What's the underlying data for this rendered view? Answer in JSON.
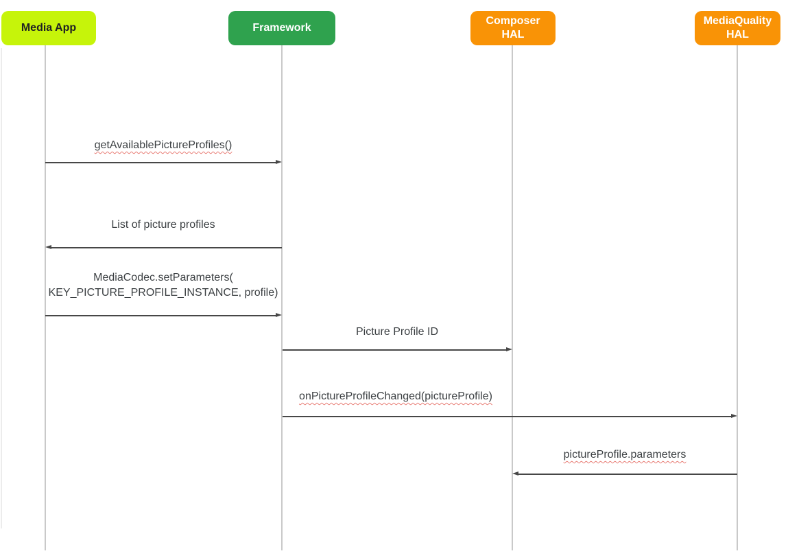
{
  "diagram": {
    "type": "sequence-diagram",
    "actors": [
      {
        "id": "media-app",
        "label": "Media App"
      },
      {
        "id": "framework",
        "label": "Framework"
      },
      {
        "id": "composer-hal",
        "line1": "Composer",
        "line2": "HAL"
      },
      {
        "id": "mediaquality-hal",
        "line1": "MediaQuality",
        "line2": "HAL"
      }
    ],
    "messages": [
      {
        "from": "Media App",
        "to": "Framework",
        "direction": "right",
        "label": "getAvailablePictureProfiles()",
        "spellcheck_underline": true
      },
      {
        "from": "Framework",
        "to": "Media App",
        "direction": "left",
        "label": "List of picture profiles",
        "spellcheck_underline": false
      },
      {
        "from": "Media App",
        "to": "Framework",
        "direction": "right",
        "label_line1": "MediaCodec.setParameters(",
        "label_line2": "KEY_PICTURE_PROFILE_INSTANCE, profile)",
        "spellcheck_underline": false
      },
      {
        "from": "Framework",
        "to": "Composer HAL",
        "direction": "right",
        "label": "Picture Profile ID",
        "spellcheck_underline": false
      },
      {
        "from": "Framework",
        "to": "MediaQuality HAL",
        "direction": "right",
        "label": "onPictureProfileChanged(pictureProfile)",
        "spellcheck_underline": true
      },
      {
        "from": "MediaQuality HAL",
        "to": "Composer HAL",
        "direction": "left",
        "label": "pictureProfile.parameters",
        "spellcheck_underline": true
      }
    ],
    "colors": {
      "media_app_bg": "#c6f40a",
      "framework_bg": "#2fa24e",
      "hal_bg": "#f99306",
      "actor_text_dark": "#202124",
      "actor_text_light": "#ffffff",
      "message_text": "#3c4043",
      "arrow_line": "#474747",
      "lifeline": "#c9c9c9",
      "spellcheck_underline": "#e05046",
      "canvas_edge": "#ececec"
    }
  }
}
